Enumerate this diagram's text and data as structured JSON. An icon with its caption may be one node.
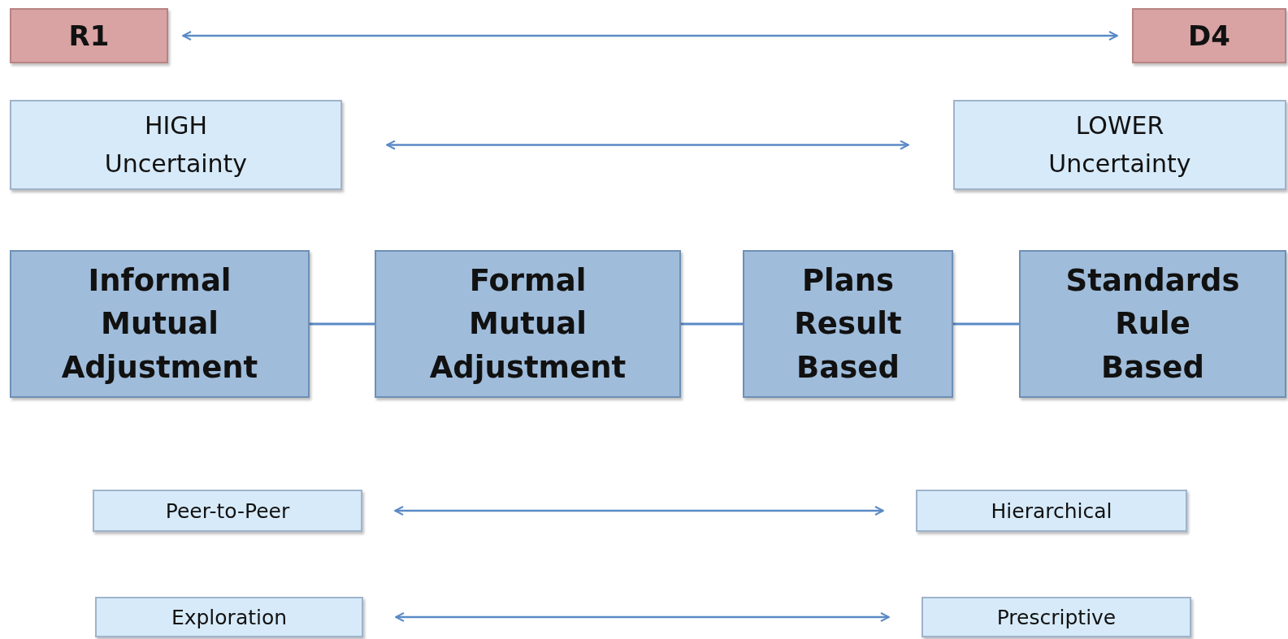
{
  "diagram": {
    "nodes": [
      {
        "text": [
          "R1"
        ]
      },
      {
        "text": [
          "D4"
        ]
      },
      {
        "text": [
          "HIGH Uncertainty"
        ]
      },
      {
        "text": [
          "LOWER Uncertainty"
        ]
      },
      {
        "text": [
          "Informal Mutual Adjustment"
        ]
      },
      {
        "text": [
          "Formal Mutual Adjustment"
        ]
      },
      {
        "text": [
          "Plans Result Based"
        ]
      },
      {
        "text": [
          "Standards Rule Based"
        ]
      },
      {
        "text": [
          "Peer-to-Peer"
        ]
      },
      {
        "text": [
          "Hierarchical"
        ]
      },
      {
        "text": [
          "Exploration"
        ]
      },
      {
        "text": [
          "Prescriptive"
        ]
      }
    ],
    "edges": [
      {
        "from": 0,
        "to": 1,
        "arrow": "both"
      },
      {
        "from": 2,
        "to": 3,
        "arrow": "both"
      },
      {
        "from": 4,
        "to": 5,
        "arrow": "none"
      },
      {
        "from": 5,
        "to": 6,
        "arrow": "none"
      },
      {
        "from": 6,
        "to": 7,
        "arrow": "none"
      },
      {
        "from": 8,
        "to": 9,
        "arrow": "both"
      },
      {
        "from": 10,
        "to": 11,
        "arrow": "both"
      }
    ]
  }
}
